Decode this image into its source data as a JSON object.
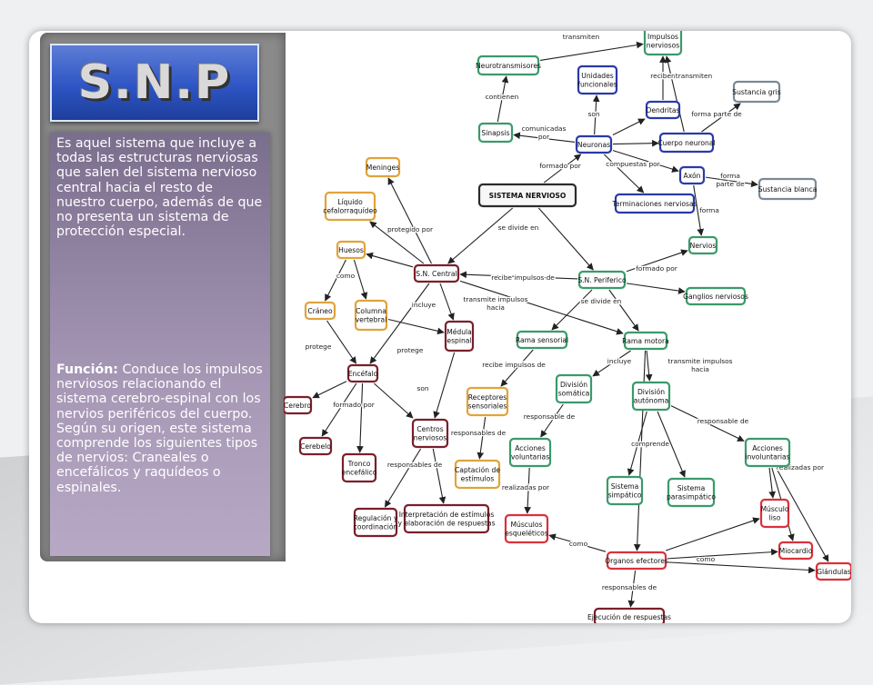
{
  "slide": {
    "title": "S.N.P",
    "description": "Es aquel sistema que incluye a todas las estructuras nerviosas que salen del sistema nervioso central hacia el resto de nuestro cuerpo, además de que no presenta un sistema de protección especial.",
    "function_label": "Función:",
    "function_text": " Conduce los impulsos nerviosos relacionando el sistema cerebro-espinal con los nervios periféricos del cuerpo. Según su origen, este sistema comprende los siguientes tipos de nervios: Craneales o encefálicos y raquídeos o espinales."
  },
  "concept_map": {
    "colors": {
      "green": "#3a9a6a",
      "blue": "#2a3aa8",
      "gray": "#7a8a96",
      "dark_red": "#7a1f2a",
      "red": "#d8323a",
      "orange": "#e0a33a",
      "central": "#2b2b2b"
    },
    "nodes": [
      {
        "id": "impulsos",
        "label": [
          "Impulsos",
          "nerviosos"
        ],
        "color": "green"
      },
      {
        "id": "neurotrans",
        "label": [
          "Neurotransmisores"
        ],
        "color": "green"
      },
      {
        "id": "unidades",
        "label": [
          "Unidades",
          "funcionales"
        ],
        "color": "blue"
      },
      {
        "id": "sinapsis",
        "label": [
          "Sinapsis"
        ],
        "color": "green"
      },
      {
        "id": "dendritas",
        "label": [
          "Dendritas"
        ],
        "color": "blue"
      },
      {
        "id": "sgris",
        "label": [
          "Sustancia gris"
        ],
        "color": "gray"
      },
      {
        "id": "neuronas",
        "label": [
          "Neuronas"
        ],
        "color": "blue"
      },
      {
        "id": "cuerpo",
        "label": [
          "Cuerpo neuronal"
        ],
        "color": "blue"
      },
      {
        "id": "meninges",
        "label": [
          "Meninges"
        ],
        "color": "orange"
      },
      {
        "id": "axon",
        "label": [
          "Axón"
        ],
        "color": "blue"
      },
      {
        "id": "sblanca",
        "label": [
          "Sustancia blanca"
        ],
        "color": "gray"
      },
      {
        "id": "sisnerv",
        "label": [
          "SISTEMA NERVIOSO"
        ],
        "color": "central"
      },
      {
        "id": "terminaciones",
        "label": [
          "Terminaciones nerviosas"
        ],
        "color": "blue"
      },
      {
        "id": "liquido",
        "label": [
          "Líquido",
          "cefalorraquídeo"
        ],
        "color": "orange"
      },
      {
        "id": "nervios",
        "label": [
          "Nervios"
        ],
        "color": "green"
      },
      {
        "id": "huesos",
        "label": [
          "Huesos"
        ],
        "color": "orange"
      },
      {
        "id": "sncentral",
        "label": [
          "S.N. Central"
        ],
        "color": "dark_red"
      },
      {
        "id": "snperiferico",
        "label": [
          "S.N. Periferico"
        ],
        "color": "green"
      },
      {
        "id": "ganglios",
        "label": [
          "Ganglios nerviosos"
        ],
        "color": "green"
      },
      {
        "id": "craneo",
        "label": [
          "Cráneo"
        ],
        "color": "orange"
      },
      {
        "id": "columna",
        "label": [
          "Columna",
          "vertebral"
        ],
        "color": "orange"
      },
      {
        "id": "medula",
        "label": [
          "Médula",
          "espinal"
        ],
        "color": "dark_red"
      },
      {
        "id": "ramasens",
        "label": [
          "Rama sensorial"
        ],
        "color": "green"
      },
      {
        "id": "ramamot",
        "label": [
          "Rama motora"
        ],
        "color": "green"
      },
      {
        "id": "encefalo",
        "label": [
          "Encéfalo"
        ],
        "color": "dark_red"
      },
      {
        "id": "divsom",
        "label": [
          "División",
          "somática"
        ],
        "color": "green"
      },
      {
        "id": "divaut",
        "label": [
          "División",
          "autónoma"
        ],
        "color": "green"
      },
      {
        "id": "receptores",
        "label": [
          "Receptores",
          "sensoriales"
        ],
        "color": "orange"
      },
      {
        "id": "cerebro",
        "label": [
          "Cerebro"
        ],
        "color": "dark_red"
      },
      {
        "id": "centros",
        "label": [
          "Centros",
          "nerviosos"
        ],
        "color": "dark_red"
      },
      {
        "id": "cerebelo",
        "label": [
          "Cerebelo"
        ],
        "color": "dark_red"
      },
      {
        "id": "accvol",
        "label": [
          "Acciones",
          "voluntarias"
        ],
        "color": "green"
      },
      {
        "id": "accinv",
        "label": [
          "Acciones",
          "involuntarias"
        ],
        "color": "green"
      },
      {
        "id": "tronco",
        "label": [
          "Tronco",
          "encefálico"
        ],
        "color": "dark_red"
      },
      {
        "id": "captacion",
        "label": [
          "Captación de",
          "estímulos"
        ],
        "color": "orange"
      },
      {
        "id": "simpatico",
        "label": [
          "Sistema",
          "simpático"
        ],
        "color": "green"
      },
      {
        "id": "parasimp",
        "label": [
          "Sistema",
          "parasimpático"
        ],
        "color": "green"
      },
      {
        "id": "regulacion",
        "label": [
          "Regulación y",
          "coordinación"
        ],
        "color": "dark_red"
      },
      {
        "id": "interpretacion",
        "label": [
          "Interpretación de estímulos",
          "y elaboración de respuestas"
        ],
        "color": "dark_red"
      },
      {
        "id": "musliso",
        "label": [
          "Músculo",
          "liso"
        ],
        "color": "red"
      },
      {
        "id": "musesq",
        "label": [
          "Músculos",
          "esqueléticos"
        ],
        "color": "red"
      },
      {
        "id": "miocardio",
        "label": [
          "Miocardio"
        ],
        "color": "red"
      },
      {
        "id": "organos",
        "label": [
          "Órganos efectores"
        ],
        "color": "red"
      },
      {
        "id": "glandulas",
        "label": [
          "Glándulas"
        ],
        "color": "red"
      },
      {
        "id": "ejecucion",
        "label": [
          "Ejecución de respuestas"
        ],
        "color": "dark_red"
      }
    ],
    "edges": [
      {
        "from": "neurotrans",
        "to": "impulsos",
        "label": [
          "transmiten"
        ]
      },
      {
        "from": "sinapsis",
        "to": "neurotrans",
        "label": [
          "contienen"
        ]
      },
      {
        "from": "neuronas",
        "to": "sinapsis",
        "label": [
          "comunicadas",
          "por"
        ]
      },
      {
        "from": "neuronas",
        "to": "unidades",
        "label": [
          "son"
        ]
      },
      {
        "from": "dendritas",
        "to": "impulsos",
        "label": [
          "reciben"
        ]
      },
      {
        "from": "cuerpo",
        "to": "impulsos",
        "label": [
          "transmiten"
        ]
      },
      {
        "from": "cuerpo",
        "to": "sgris",
        "label": [
          "forma parte de"
        ]
      },
      {
        "from": "neuronas",
        "to": "dendritas",
        "label": []
      },
      {
        "from": "neuronas",
        "to": "cuerpo",
        "label": [
          "compuestas por"
        ]
      },
      {
        "from": "neuronas",
        "to": "axon",
        "label": []
      },
      {
        "from": "neuronas",
        "to": "terminaciones",
        "label": []
      },
      {
        "from": "axon",
        "to": "sblanca",
        "label": [
          "forma",
          "parte de"
        ]
      },
      {
        "from": "axon",
        "to": "nervios",
        "label": [
          "forma"
        ]
      },
      {
        "from": "sisnerv",
        "to": "neuronas",
        "label": [
          "formado por"
        ]
      },
      {
        "from": "sisnerv",
        "to": "sncentral",
        "label": [
          "se divide en"
        ]
      },
      {
        "from": "sisnerv",
        "to": "snperiferico",
        "label": []
      },
      {
        "from": "sncentral",
        "to": "meninges",
        "label": [
          "protegido por"
        ]
      },
      {
        "from": "sncentral",
        "to": "liquido",
        "label": []
      },
      {
        "from": "sncentral",
        "to": "huesos",
        "label": []
      },
      {
        "from": "snperiferico",
        "to": "sncentral",
        "label": [
          "recibe impulsos de"
        ]
      },
      {
        "from": "sncentral",
        "to": "ramamot",
        "label": [
          "transmite impulsos",
          "hacia"
        ]
      },
      {
        "from": "snperiferico",
        "to": "nervios",
        "label": [
          "formado por"
        ]
      },
      {
        "from": "snperiferico",
        "to": "ganglios",
        "label": []
      },
      {
        "from": "huesos",
        "to": "craneo",
        "label": [
          "como"
        ]
      },
      {
        "from": "huesos",
        "to": "columna",
        "label": []
      },
      {
        "from": "sncentral",
        "to": "medula",
        "label": [
          "incluye"
        ]
      },
      {
        "from": "sncentral",
        "to": "encefalo",
        "label": []
      },
      {
        "from": "craneo",
        "to": "encefalo",
        "label": [
          "protege"
        ]
      },
      {
        "from": "columna",
        "to": "medula",
        "label": [
          "protege"
        ]
      },
      {
        "from": "snperiferico",
        "to": "ramasens",
        "label": [
          "se divide en"
        ]
      },
      {
        "from": "snperiferico",
        "to": "ramamot",
        "label": []
      },
      {
        "from": "ramasens",
        "to": "receptores",
        "label": [
          "recibe impulsos de"
        ]
      },
      {
        "from": "ramamot",
        "to": "divsom",
        "label": [
          "incluye"
        ]
      },
      {
        "from": "ramamot",
        "to": "divaut",
        "label": []
      },
      {
        "from": "ramamot",
        "to": "organos",
        "label": [
          "transmite impulsos",
          "hacia"
        ]
      },
      {
        "from": "encefalo",
        "to": "cerebro",
        "label": [
          "formado por"
        ]
      },
      {
        "from": "encefalo",
        "to": "cerebelo",
        "label": []
      },
      {
        "from": "encefalo",
        "to": "tronco",
        "label": []
      },
      {
        "from": "encefalo",
        "to": "centros",
        "label": [
          "son"
        ]
      },
      {
        "from": "medula",
        "to": "centros",
        "label": []
      },
      {
        "from": "receptores",
        "to": "captacion",
        "label": [
          "responsables de"
        ]
      },
      {
        "from": "divsom",
        "to": "accvol",
        "label": [
          "responsable de"
        ]
      },
      {
        "from": "divaut",
        "to": "accinv",
        "label": [
          "responsable de"
        ]
      },
      {
        "from": "divaut",
        "to": "simpatico",
        "label": [
          "comprende"
        ]
      },
      {
        "from": "divaut",
        "to": "parasimp",
        "label": []
      },
      {
        "from": "centros",
        "to": "regulacion",
        "label": [
          "responsables de"
        ]
      },
      {
        "from": "centros",
        "to": "interpretacion",
        "label": []
      },
      {
        "from": "accvol",
        "to": "musesq",
        "label": [
          "realizadas por"
        ]
      },
      {
        "from": "accinv",
        "to": "musliso",
        "label": [
          "realizadas por"
        ]
      },
      {
        "from": "accinv",
        "to": "miocardio",
        "label": []
      },
      {
        "from": "accinv",
        "to": "glandulas",
        "label": []
      },
      {
        "from": "organos",
        "to": "musesq",
        "label": [
          "como"
        ]
      },
      {
        "from": "organos",
        "to": "musliso",
        "label": [
          "como"
        ]
      },
      {
        "from": "organos",
        "to": "miocardio",
        "label": []
      },
      {
        "from": "organos",
        "to": "glandulas",
        "label": []
      },
      {
        "from": "organos",
        "to": "ejecucion",
        "label": [
          "responsables de"
        ]
      }
    ]
  }
}
